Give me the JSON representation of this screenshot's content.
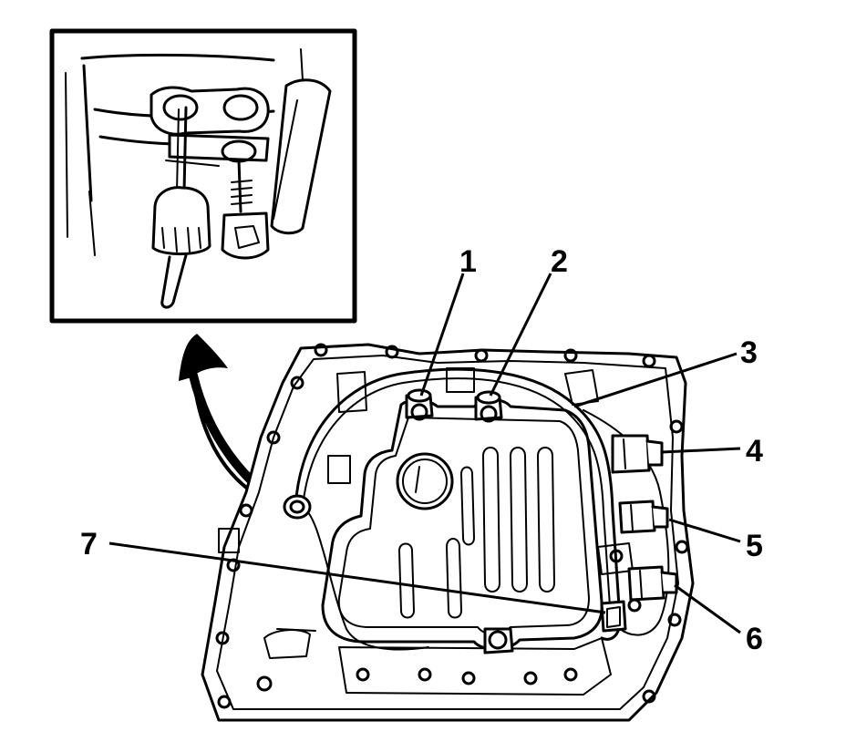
{
  "figure": {
    "callouts": [
      {
        "id": "1",
        "label": "1"
      },
      {
        "id": "2",
        "label": "2"
      },
      {
        "id": "3",
        "label": "3"
      },
      {
        "id": "4",
        "label": "4"
      },
      {
        "id": "5",
        "label": "5"
      },
      {
        "id": "6",
        "label": "6"
      },
      {
        "id": "7",
        "label": "7"
      }
    ],
    "colors": {
      "line": "#000000",
      "background": "#ffffff"
    }
  }
}
